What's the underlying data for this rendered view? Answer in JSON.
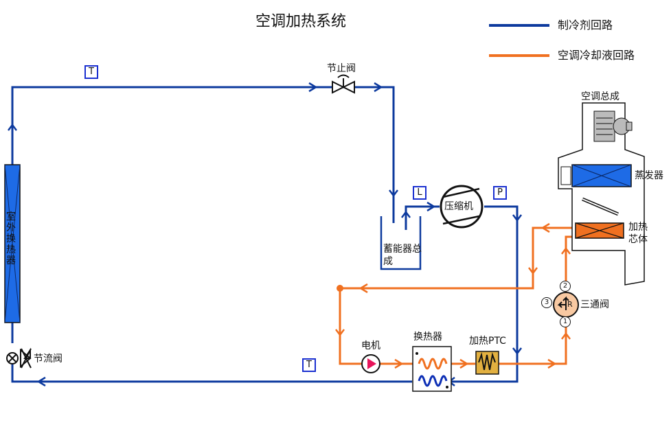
{
  "title": "空调加热系统",
  "legend": {
    "refrigerant": "制冷剂回路",
    "coolant": "空调冷却液回路"
  },
  "components": {
    "outdoor_hx": "室外换热器",
    "shutoff_valve": "节止阀",
    "expansion_valve": "节流阀",
    "accumulator": "蓄能器总成",
    "compressor": "压缩机",
    "hvac_assembly": "空调总成",
    "evaporator": "蒸发器",
    "heater_core": "加热芯体",
    "three_way_valve": "三通阀",
    "motor": "电机",
    "heat_exchanger": "换热器",
    "ptc_heater": "加热PTC"
  },
  "sensors": {
    "temp_top": "T",
    "temp_bottom": "T",
    "level": "L",
    "pressure": "P"
  },
  "valve_ports": {
    "port1": "1",
    "port2": "2",
    "port3": "3",
    "rotor": "R"
  },
  "colors": {
    "refrigerant_line": "#0d3a9e",
    "coolant_line": "#f07020",
    "component_blue": "#1e6be6",
    "sensor_border": "#1a2fd0"
  },
  "icons": {
    "compressor": "compressor-icon",
    "pump": "pump-icon",
    "valve": "valve-icon",
    "fan": "fan-icon"
  }
}
